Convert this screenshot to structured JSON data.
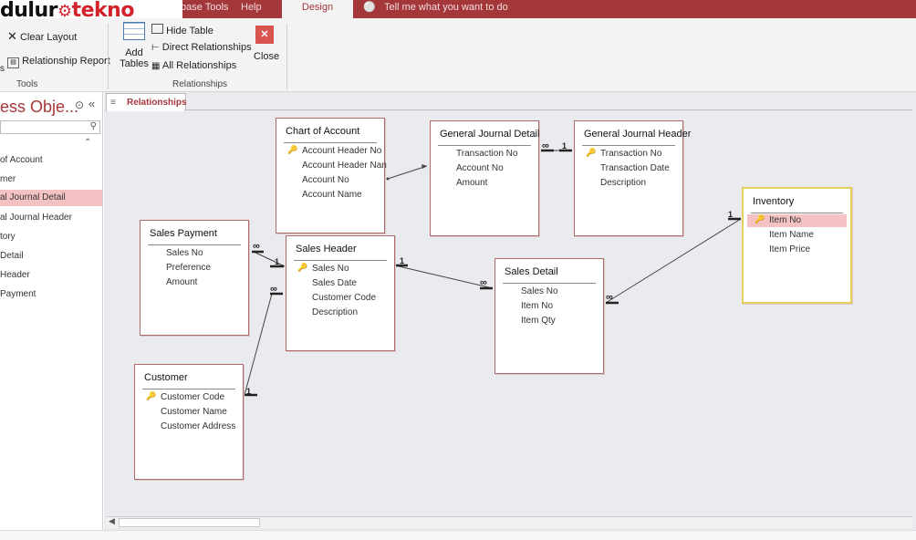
{
  "watermark": {
    "part1": "dulur",
    "part2": "tekno"
  },
  "ribbon_tabs": [
    {
      "label": "base Tools"
    },
    {
      "label": "Help"
    },
    {
      "label": "Design"
    }
  ],
  "tell_me": "Tell me what you want to do",
  "ribbon": {
    "clear_layout": "Clear Layout",
    "relationship_report": "Relationship Report",
    "stub_s": "s",
    "tools_group": "Tools",
    "add_tables_line1": "Add",
    "add_tables_line2": "Tables",
    "hide_table": "Hide Table",
    "direct_relationships": "Direct Relationships",
    "all_relationships": "All Relationships",
    "close": "Close",
    "relationships_group": "Relationships"
  },
  "nav": {
    "title": "ess Obje...",
    "items": [
      {
        "label": "of Account"
      },
      {
        "label": "mer"
      },
      {
        "label": "al Journal Detail"
      },
      {
        "label": "al Journal Header"
      },
      {
        "label": "tory"
      },
      {
        "label": "Detail"
      },
      {
        "label": "Header"
      },
      {
        "label": "Payment"
      }
    ]
  },
  "doc_tab": "Relationships",
  "tables": {
    "chart_of_account": {
      "title": "Chart of Account",
      "fields": [
        "Account Header No",
        "Account Header Nan",
        "Account No",
        "Account Name"
      ]
    },
    "gj_detail": {
      "title": "General Journal Detail",
      "fields": [
        "Transaction No",
        "Account No",
        "Amount"
      ]
    },
    "gj_header": {
      "title": "General Journal Header",
      "fields": [
        "Transaction No",
        "Transaction Date",
        "Description"
      ]
    },
    "inventory": {
      "title": "Inventory",
      "fields": [
        "Item No",
        "Item Name",
        "Item Price"
      ]
    },
    "sales_payment": {
      "title": "Sales Payment",
      "fields": [
        "Sales No",
        "Preference",
        "Amount"
      ]
    },
    "sales_header": {
      "title": "Sales Header",
      "fields": [
        "Sales No",
        "Sales Date",
        "Customer Code",
        "Description"
      ]
    },
    "sales_detail": {
      "title": "Sales Detail",
      "fields": [
        "Sales No",
        "Item No",
        "Item Qty"
      ]
    },
    "customer": {
      "title": "Customer",
      "fields": [
        "Customer Code",
        "Customer Name",
        "Customer Address"
      ]
    }
  },
  "rel": {
    "one": "1",
    "many": "∞"
  }
}
